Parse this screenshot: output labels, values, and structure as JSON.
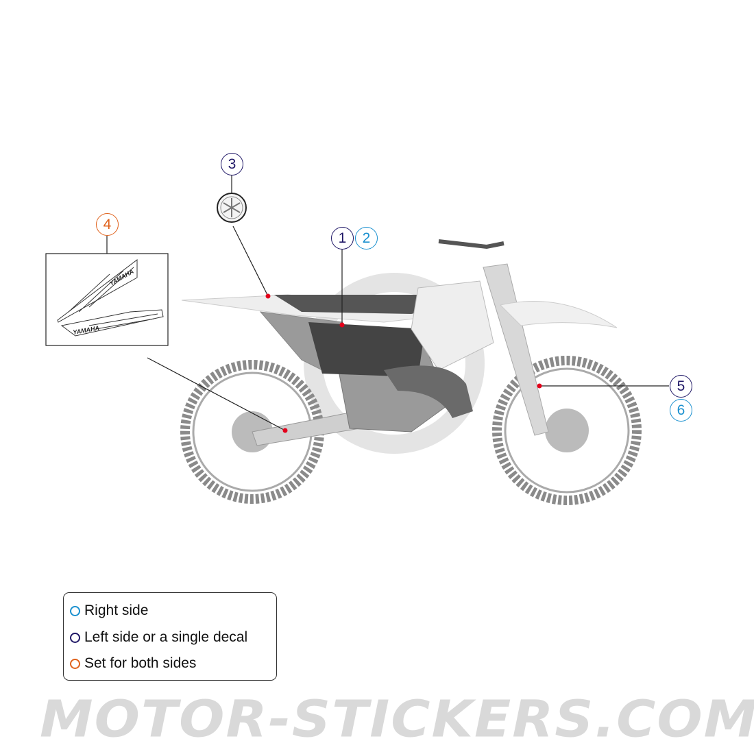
{
  "callouts": [
    {
      "number": "1",
      "type": "left"
    },
    {
      "number": "2",
      "type": "right"
    },
    {
      "number": "3",
      "type": "left"
    },
    {
      "number": "4",
      "type": "set"
    },
    {
      "number": "5",
      "type": "left"
    },
    {
      "number": "6",
      "type": "right"
    }
  ],
  "decal4_text": "YAMAHA",
  "legend": {
    "items": [
      {
        "label": "Right side",
        "color": "#1a90cf"
      },
      {
        "label": "Left side or a single decal",
        "color": "#1f1766"
      },
      {
        "label": "Set for both sides",
        "color": "#e0621c"
      }
    ]
  },
  "colors": {
    "marker": "#e3001b",
    "left": "#1f1766",
    "right": "#1a90cf",
    "set": "#e0621c"
  },
  "watermark": "MOTOR-STICKERS.COM"
}
